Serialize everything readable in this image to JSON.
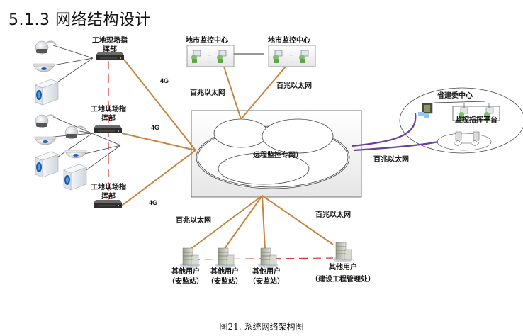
{
  "heading": "5.1.3 网络结构设计",
  "caption": "图21. 系统网络架构图",
  "colors": {
    "link_4g_ethernet": "#c8843f",
    "link_provincial": "#6b3fa0",
    "dashed_link": "#d03030",
    "camera_line": "#444444"
  },
  "nodes": {
    "site_hq": [
      {
        "label_line1": "工地现场指",
        "label_line2": "挥部",
        "link_label": "4G"
      },
      {
        "label_line1": "工地现场指",
        "label_line2": "挥部",
        "link_label": "4G"
      },
      {
        "label_line1": "工地现场指",
        "label_line2": "挥部",
        "link_label": "4G"
      }
    ],
    "city_centers": [
      {
        "label": "地市监控中心",
        "link_label": "百兆以太网"
      },
      {
        "label": "地市监控中心",
        "link_label": "百兆以太网"
      }
    ],
    "network_cloud": {
      "label": "远程监控专网）"
    },
    "provincial": {
      "label": "省建委中心",
      "platform_label": "监控指挥平台",
      "link_label": "百兆以太网"
    },
    "users": [
      {
        "label_line1": "其他用户",
        "label_line2": "（安监站）"
      },
      {
        "label_line1": "其他用户",
        "label_line2": "（安监站）"
      },
      {
        "label_line1": "其他用户",
        "label_line2": "（安监站）"
      },
      {
        "label_line1": "其他用户",
        "label_line2": "（建设工程管理处）"
      }
    ],
    "users_link_labels": [
      "百兆以太网",
      "百兆以太网"
    ],
    "icon_names": {
      "ptz_camera": "ptz-camera-icon",
      "dome_camera": "dome-camera-icon",
      "box_camera": "box-camera-icon",
      "nvr": "nvr-recorder-icon",
      "workstation": "workstation-icon",
      "building": "building-icon",
      "server": "server-icon"
    }
  }
}
